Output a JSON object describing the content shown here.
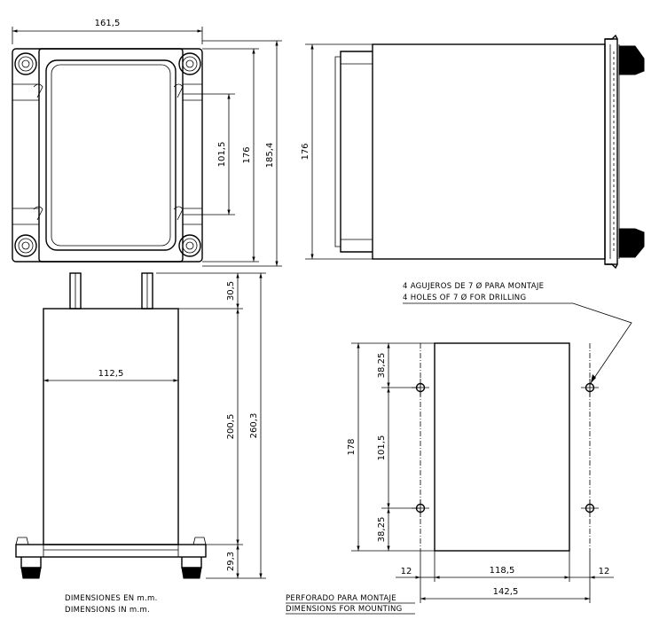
{
  "dimensions": {
    "front_width": "161,5",
    "front_inner_height": "101,5",
    "front_height": "176",
    "front_total_height": "185,4",
    "side_height": "176",
    "top_pin_height": "30,5",
    "body_height": "200,5",
    "total_height": "260,3",
    "base_height": "29,3",
    "body_width": "112,5",
    "cut_height": "178",
    "cut_top_offset": "38,25",
    "cut_hole_spacing": "101,5",
    "cut_bottom_offset": "38,25",
    "cut_left_margin": "12",
    "cut_width": "118,5",
    "cut_right_margin": "12",
    "cut_total_width": "142,5"
  },
  "notes": {
    "holes_es": "4 AGUJEROS DE 7 Ø PARA MONTAJE",
    "holes_en": "4 HOLES OF 7 Ø FOR DRILLING",
    "units_es": "DIMENSIONES EN m.m.",
    "units_en": "DIMENSIONS IN m.m.",
    "mount_es": "PERFORADO PARA MONTAJE",
    "mount_en": "DIMENSIONS FOR MOUNTING"
  }
}
